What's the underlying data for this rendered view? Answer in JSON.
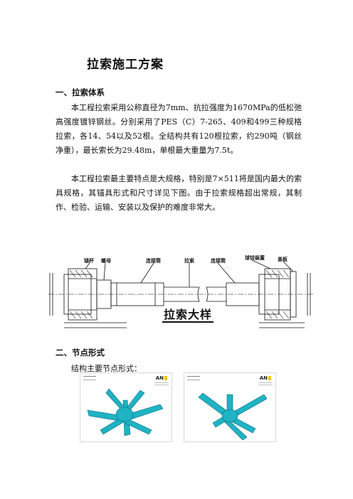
{
  "doc": {
    "title": "拉索施工方案",
    "section1": {
      "heading": "一、拉索体系",
      "para1": "本工程拉索采用公称直径为7mm、抗拉强度为1670MPa的低松弛高强度镀锌钢丝。分别采用了PES（C）7-265、409和499三种规格拉索，各14、54以及52根。全结构共有120根拉索，约290吨（钢丝净重），最长索长为29.48m，单根最大重量为7.5t。",
      "para2": "本工程拉索最主要特点是大规格，特别是7×511将是国内最大的索具规格，其锚具形式和尺寸详见下图。由于拉索规格超出常规，其制作、检验、运输、安装以及保护的难度非常大。"
    },
    "drawing": {
      "labels": [
        "锚杯",
        "螺母",
        "连接筒",
        "拉索",
        "连接筒",
        "球铰装置",
        "盖板"
      ],
      "caption": "拉索大样"
    },
    "section2": {
      "heading": "二、节点形式",
      "lead": "结构主要节点形式：",
      "fea_logo": "AN"
    }
  }
}
